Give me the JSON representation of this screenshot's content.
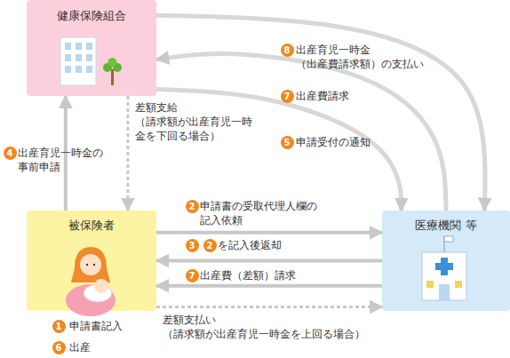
{
  "diagram": {
    "nodes": [
      {
        "text": [
          "健康保険組合"
        ]
      },
      {
        "text": [
          "被保険者"
        ]
      },
      {
        "text": [
          "医療機関 等"
        ]
      }
    ],
    "edges": [
      {
        "from": 0,
        "to": 2,
        "arrow": "to",
        "label": "出産育児一時金 （出産費請求額）の支払い"
      },
      {
        "from": 2,
        "to": 0,
        "arrow": "to",
        "label": "出産費請求"
      },
      {
        "from": 0,
        "to": 2,
        "arrow": "to",
        "label": "申請受付の通知"
      },
      {
        "from": 1,
        "to": 0,
        "arrow": "to",
        "label": "出産育児一時金の 事前申請"
      },
      {
        "from": 0,
        "to": 1,
        "arrow": "to",
        "label": "差額支給 （請求額が出産育児一時金を下回る場合）"
      },
      {
        "from": 1,
        "to": 2,
        "arrow": "to",
        "label": "申請書の受取代理人欄の 記入依頼"
      },
      {
        "from": 2,
        "to": 1,
        "arrow": "to",
        "label": "を記入後返却"
      },
      {
        "from": 2,
        "to": 1,
        "arrow": "to",
        "label": "出産費（差額）請求"
      },
      {
        "from": 1,
        "to": 2,
        "arrow": "to",
        "label": "差額支払い （請求額が出産育児一時金を上回る場合）"
      }
    ],
    "labels": [
      "8",
      "7",
      "5",
      "4",
      "2",
      "3",
      "2",
      "7",
      "1",
      "申請書記入",
      "6",
      "出産"
    ]
  }
}
